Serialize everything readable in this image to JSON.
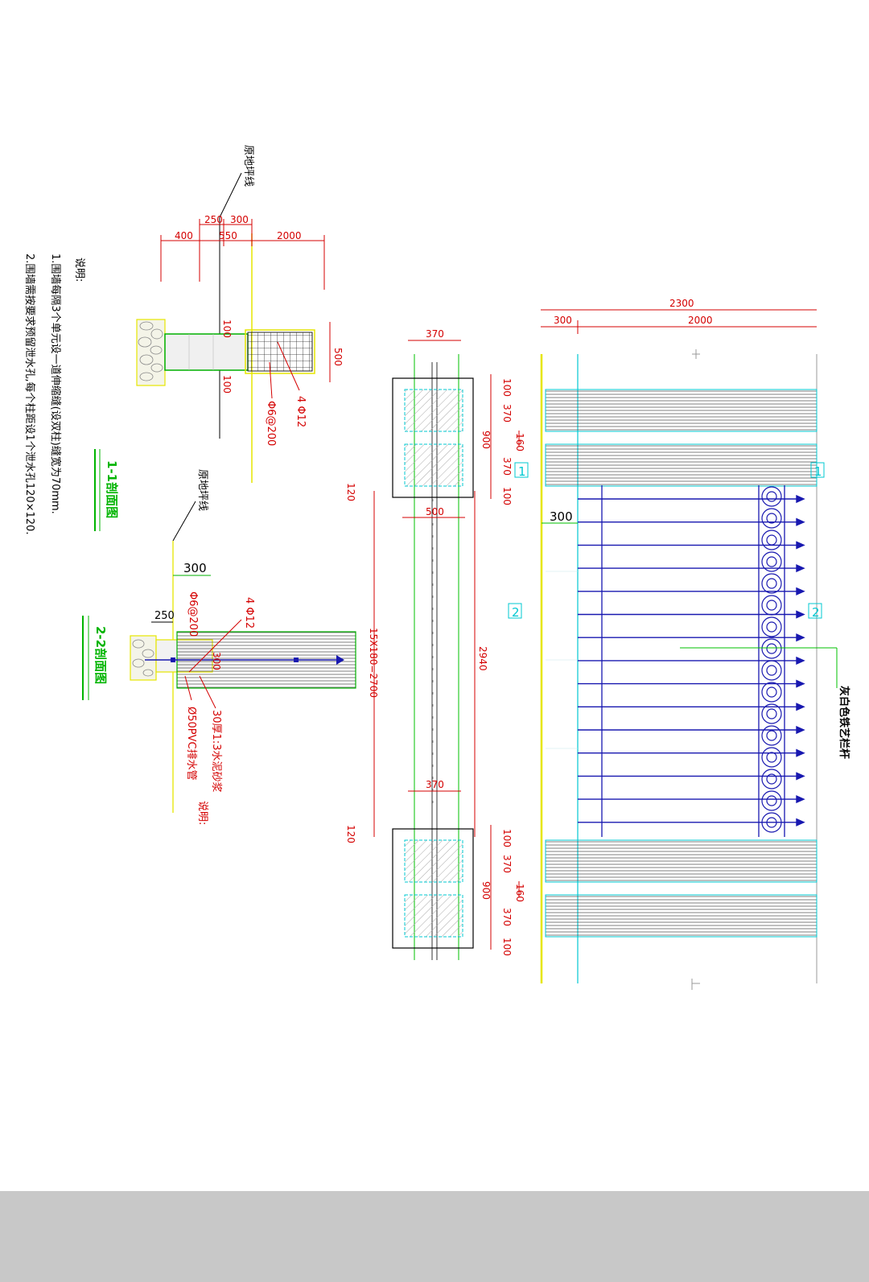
{
  "colors": {
    "dimension": "#d40000",
    "title_green": "#00b400",
    "cyan": "#00c8d2",
    "fence_blue": "#1818b0",
    "ground_yellow": "#e6e600",
    "accent_green": "#00b050"
  },
  "notes": {
    "heading": "说明:",
    "line1": "1.围墙每隔3个单元设一道伸缩缝(设双柱)缝宽为70mm.",
    "line2": "2.围墙需按要求预留泄水孔,每个柱距设1个泄水孔120×120."
  },
  "section_1_1": {
    "title": "1-1剖面图",
    "ground_label": "原地坪线",
    "dims": {
      "d250": "250",
      "d300": "300",
      "d400": "400",
      "d550": "550",
      "d2000": "2000",
      "d100_top": "100",
      "d100_bot": "100",
      "d500": "500"
    },
    "rebar_main": "4 Φ12",
    "rebar_stirrup": "Φ6@200"
  },
  "section_2_2": {
    "title": "2-2剖面图",
    "ground_label": "原地坪线",
    "dims": {
      "d300": "300",
      "d250": "250",
      "d300b": "300"
    },
    "rebar_main": "4 Φ12",
    "rebar_stirrup": "Φ6@200",
    "note_label": "说明:",
    "mortar": "30厚1:3水泥砂浆",
    "drain_pipe": "Ø50PVC排水管"
  },
  "plan": {
    "dims": {
      "d370_top": "370",
      "d370_bot": "370",
      "d500": "500",
      "d2940": "2940",
      "d120_top": "120",
      "d120_bot": "120",
      "span": "15X180=2700",
      "pier": [
        "100",
        "370",
        "160",
        "370",
        "100"
      ],
      "pier_total": "900"
    }
  },
  "elevation": {
    "dim_total": "2300",
    "dim_300": "300",
    "dim_2000": "2000",
    "dim_300_side": "300",
    "railing_label": "灰白色铁艺栏杆",
    "cut_1": "1",
    "cut_2": "2"
  }
}
